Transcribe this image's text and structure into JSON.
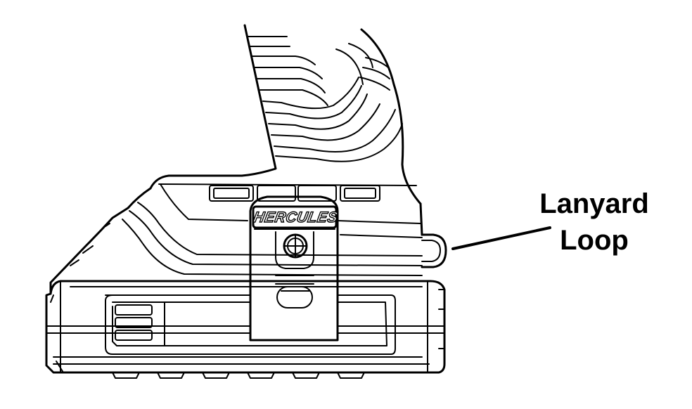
{
  "callout": {
    "line1": "Lanyard",
    "line2": "Loop"
  },
  "tool": {
    "brand": "HERCULES"
  },
  "colors": {
    "ink": "#000000",
    "background": "#ffffff"
  }
}
